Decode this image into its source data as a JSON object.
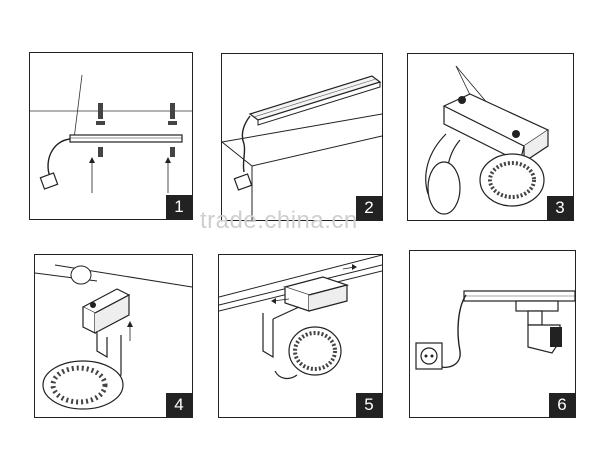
{
  "steps": [
    {
      "number": "1"
    },
    {
      "number": "2"
    },
    {
      "number": "3"
    },
    {
      "number": "4"
    },
    {
      "number": "5"
    },
    {
      "number": "6"
    }
  ],
  "watermark": "trade.china.cn",
  "colors": {
    "line": "#222222",
    "badge": "#222222",
    "watermark": "#cfcfcf"
  }
}
